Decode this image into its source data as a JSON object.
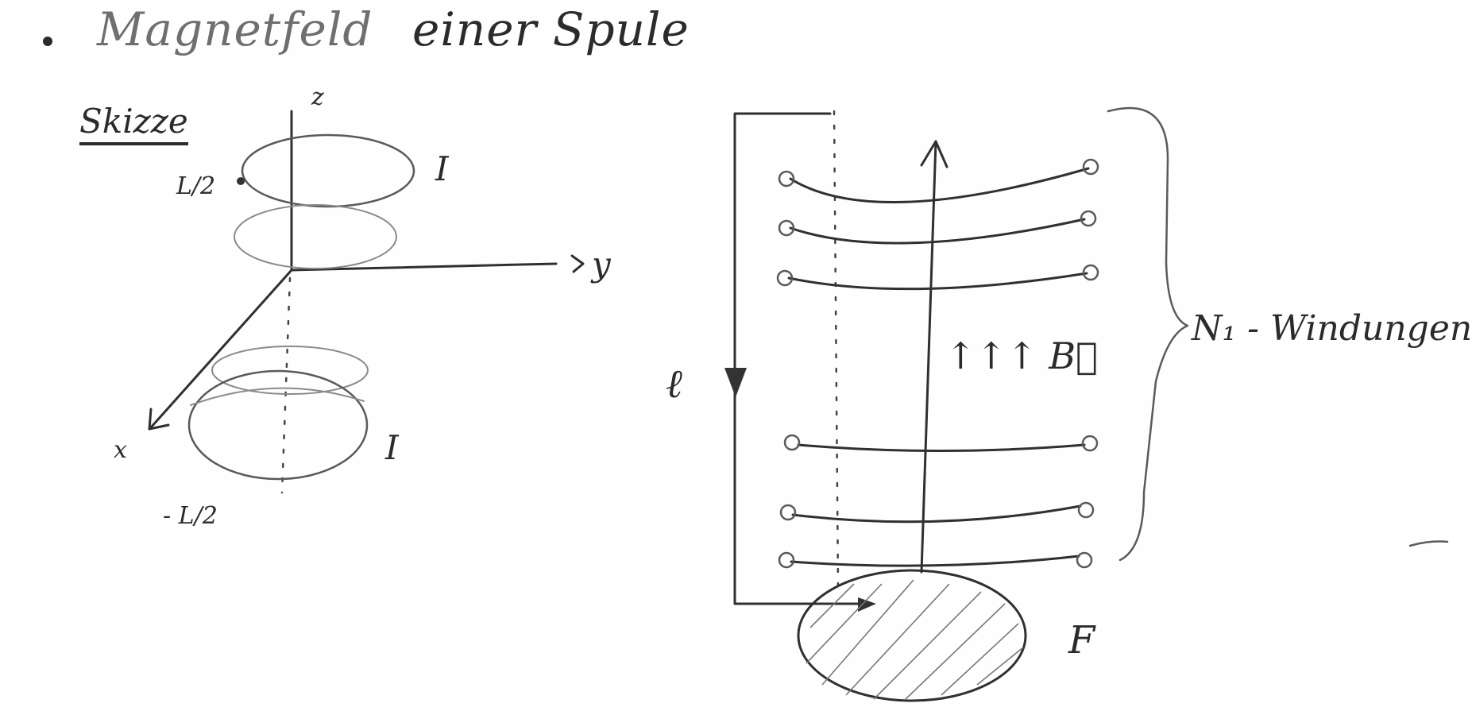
{
  "title": {
    "word1": "Magnetfeld",
    "word2": "einer Spule"
  },
  "left_sketch": {
    "heading": "Skizze",
    "axis_z": "z",
    "axis_y": "y",
    "axis_x": "x",
    "top_pos": "L/2",
    "bottom_pos": "- L/2",
    "current_top": "I",
    "current_bottom": "I"
  },
  "right_sketch": {
    "length_label": "ℓ",
    "field_label": "↑↑↑ B⃗",
    "windings_label": "N₁ - Windungen",
    "area_label": "F"
  }
}
